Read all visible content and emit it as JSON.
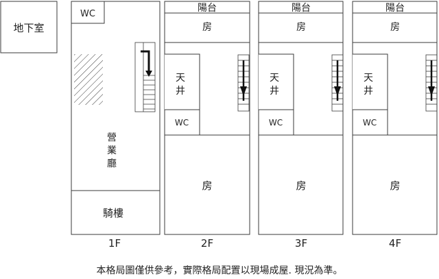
{
  "colors": {
    "line": "#3a3a3a",
    "text": "#222222",
    "arrow": "#111111"
  },
  "basement": {
    "label": "地下室"
  },
  "floor1": {
    "wc": "WC",
    "hall_chars": [
      "營",
      "業",
      "廳"
    ],
    "arcade": "騎樓",
    "caption": "1F"
  },
  "upper_floors": [
    {
      "balcony": "陽台",
      "room_top": "房",
      "light_well": [
        "天",
        "井"
      ],
      "wc": "WC",
      "room_main": "房",
      "caption": "2F"
    },
    {
      "balcony": "陽台",
      "room_top": "房",
      "light_well": [
        "天",
        "井"
      ],
      "wc": "WC",
      "room_main": "房",
      "caption": "3F"
    },
    {
      "balcony": "陽台",
      "room_top": "房",
      "light_well": [
        "天",
        "井"
      ],
      "wc": "WC",
      "room_main": "房",
      "caption": "4F"
    }
  ],
  "footer": {
    "note": "本格局圖僅供參考，實際格局配置以現場成屋. 現況為準。"
  },
  "icons": {
    "stair": "stair-icon",
    "hatch": "hatched-area",
    "arrow": "stair-direction-arrow-icon"
  }
}
